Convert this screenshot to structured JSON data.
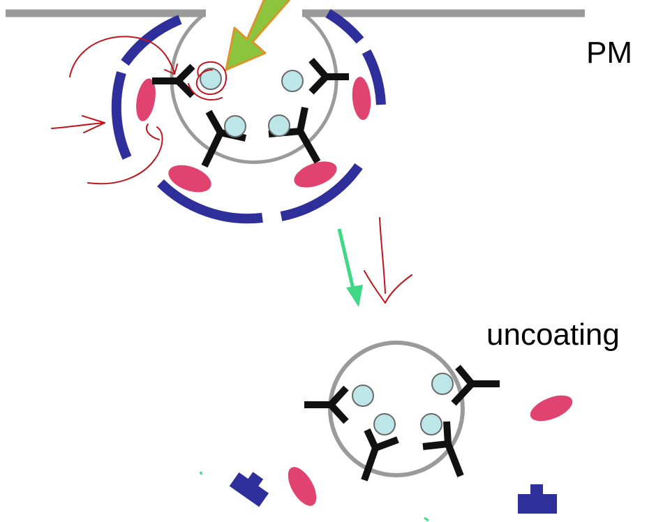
{
  "labels": {
    "plasma_membrane": "PM",
    "process": "uncoating"
  },
  "colors": {
    "membrane": "#9a9a9a",
    "coat": "#2f2f9c",
    "adaptor": "#e0436f",
    "receptor": "#111111",
    "cargo": "#bde6e8",
    "arrow_in": "#8cc43e",
    "arrow_in_outline": "#d9962a",
    "arrow_down": "#3ed886",
    "annotation": "#c0141c"
  },
  "icons": {
    "arrow_in": "entry-arrow-icon",
    "arrow_down": "transition-arrow-icon",
    "annotation": "hand-drawn-annotation"
  }
}
